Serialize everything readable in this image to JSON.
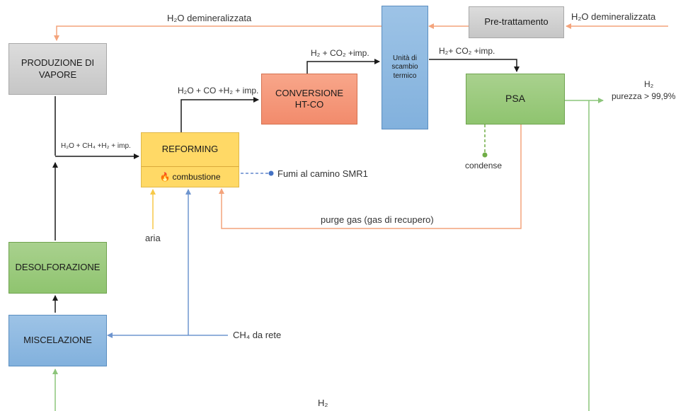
{
  "blocks": {
    "vapore": "PRODUZIONE DI VAPORE",
    "pretrattamento": "Pre-trattamento",
    "scambio": "Unità di scambio termico",
    "conversione": "CONVERSIONE HT-CO",
    "psa": "PSA",
    "reforming": "REFORMING",
    "combustione": "combustione",
    "desolforazione": "DESOLFORAZIONE",
    "miscelazione": "MISCELAZIONE"
  },
  "labels": {
    "h2o_demin_top": "H₂O demineralizzata",
    "h2o_demin_right": "H₂O demineralizzata",
    "h2_co2_left": "H₂ + CO₂ +imp.",
    "h2_co2_right": "H₂+ CO₂ +imp.",
    "h2o_co_h2": "H₂O + CO +H₂ + imp.",
    "h2o_ch4_h2": "H₂O + CH₄ +H₂ + imp.",
    "h2_out": "H₂",
    "purezza": "purezza > 99,9%",
    "condense": "condense",
    "fumi": "Fumi al camino SMR1",
    "aria": "aria",
    "purge": "purge gas (gas di recupero)",
    "ch4": "CH₄ da rete",
    "h2_bottom": "H₂"
  },
  "colors": {
    "black_line": "#1a1a1a",
    "orange_line": "#f4a47c",
    "blue_line": "#6e95cf",
    "green_line": "#8cc57a",
    "yellow_line": "#f7c948",
    "dot_blue": "#4472c4",
    "dot_green": "#70ad47"
  }
}
